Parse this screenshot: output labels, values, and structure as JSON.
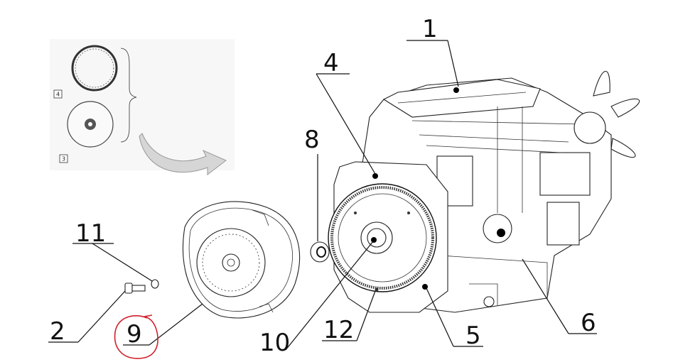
{
  "callouts": {
    "c1": "1",
    "c2": "2",
    "c4": "4",
    "c5": "5",
    "c6": "6",
    "c8": "8",
    "c9": "9",
    "c10": "10",
    "c11": "11",
    "c12": "12"
  },
  "inset": {
    "label_top": "4",
    "label_bottom": "3"
  },
  "colors": {
    "highlight_circle": "#d0202a",
    "line": "#111111",
    "inset_arrow": "#bdbdbd"
  }
}
